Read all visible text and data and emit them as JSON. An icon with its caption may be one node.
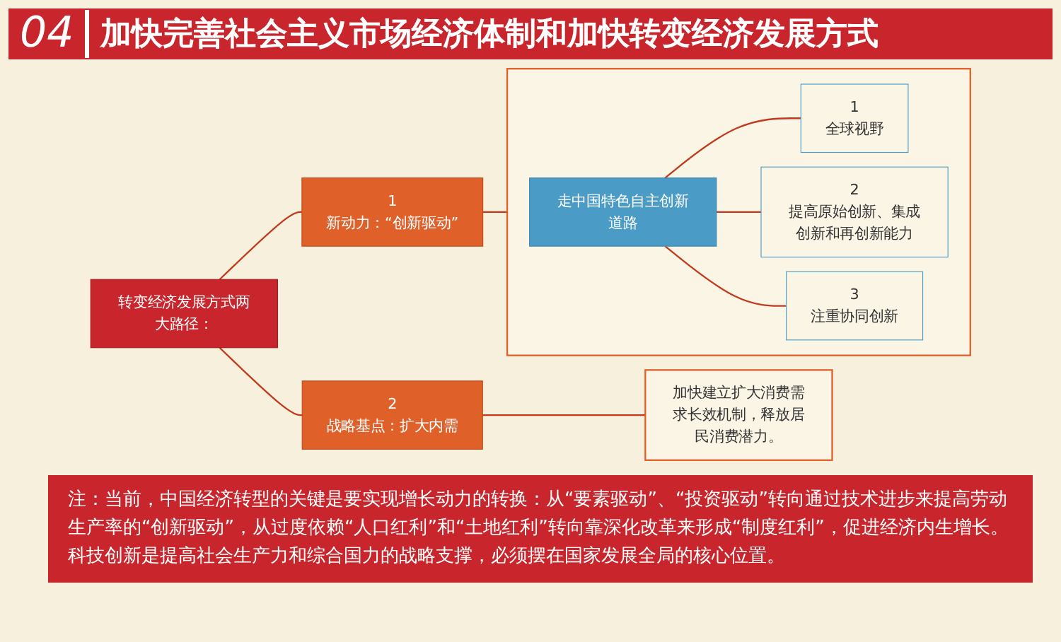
{
  "diagram": {
    "title": "加快完善社会主义市场经济体制和加快转变经济发展方式",
    "nodes": [
      {
        "text": [
          "转变经济发展方式两大路径："
        ]
      },
      {
        "text": [
          "1",
          "新动力：“创新驱动”"
        ]
      },
      {
        "text": [],
        "shape": "box"
      },
      {
        "text": [
          "走中国特色自主创新道路"
        ],
        "in": 2
      },
      {
        "text": [
          "1",
          "全球视野"
        ],
        "in": 2
      },
      {
        "text": [
          "2",
          "提高原始创新、集成创新和再创新能力"
        ],
        "in": 2
      },
      {
        "text": [
          "3",
          "注重协同创新"
        ],
        "in": 2
      },
      {
        "text": [
          "2",
          "战略基点：扩大内需"
        ]
      },
      {
        "text": [
          "加快建立扩大消费需求长效机制，释放居民消费潜力。"
        ]
      }
    ],
    "edges": [
      {
        "from": 0,
        "to": 1,
        "arrow": "none"
      },
      {
        "from": 0,
        "to": 7,
        "arrow": "none"
      },
      {
        "from": 1,
        "to": 2,
        "arrow": "none"
      },
      {
        "from": 3,
        "to": 4,
        "arrow": "none"
      },
      {
        "from": 3,
        "to": 5,
        "arrow": "none"
      },
      {
        "from": 3,
        "to": 6,
        "arrow": "none"
      },
      {
        "from": 7,
        "to": 8,
        "arrow": "none"
      }
    ],
    "labels": [
      "04",
      "注：当前，中国经济转型的关键是要实现增长动力的转换：从“要素驱动”、“投资驱动”转向通过技术进步来提高劳动生产率的“创新驱动”，从过度依赖“人口红利”和“土地红利”转向靠深化改革来形成“制度红利”，促进经济内生增长。科技创新是提高社会生产力和综合国力的战略支撑，必须摆在国家发展全局的核心位置。"
    ]
  }
}
